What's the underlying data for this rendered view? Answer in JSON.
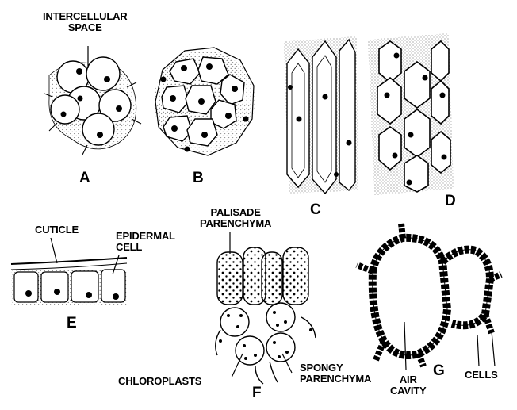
{
  "figures": {
    "A": {
      "letter": "A",
      "label_line1": "INTERCELLULAR",
      "label_line2": "SPACE"
    },
    "B": {
      "letter": "B"
    },
    "C": {
      "letter": "C"
    },
    "D": {
      "letter": "D"
    },
    "E": {
      "letter": "E",
      "cuticle": "CUTICLE",
      "epidermal_line1": "EPIDERMAL",
      "epidermal_line2": "CELL"
    },
    "F": {
      "letter": "F",
      "palisade_line1": "PALISADE",
      "palisade_line2": "PARENCHYMA",
      "chloroplasts": "CHLOROPLASTS",
      "spongy_line1": "SPONGY",
      "spongy_line2": "PARENCHYMA"
    },
    "G": {
      "letter": "G",
      "air_line1": "AIR",
      "air_line2": "CAVITY",
      "cells": "CELLS"
    }
  },
  "colors": {
    "ink": "#000000",
    "paper": "#ffffff",
    "stipple": "#555555"
  }
}
